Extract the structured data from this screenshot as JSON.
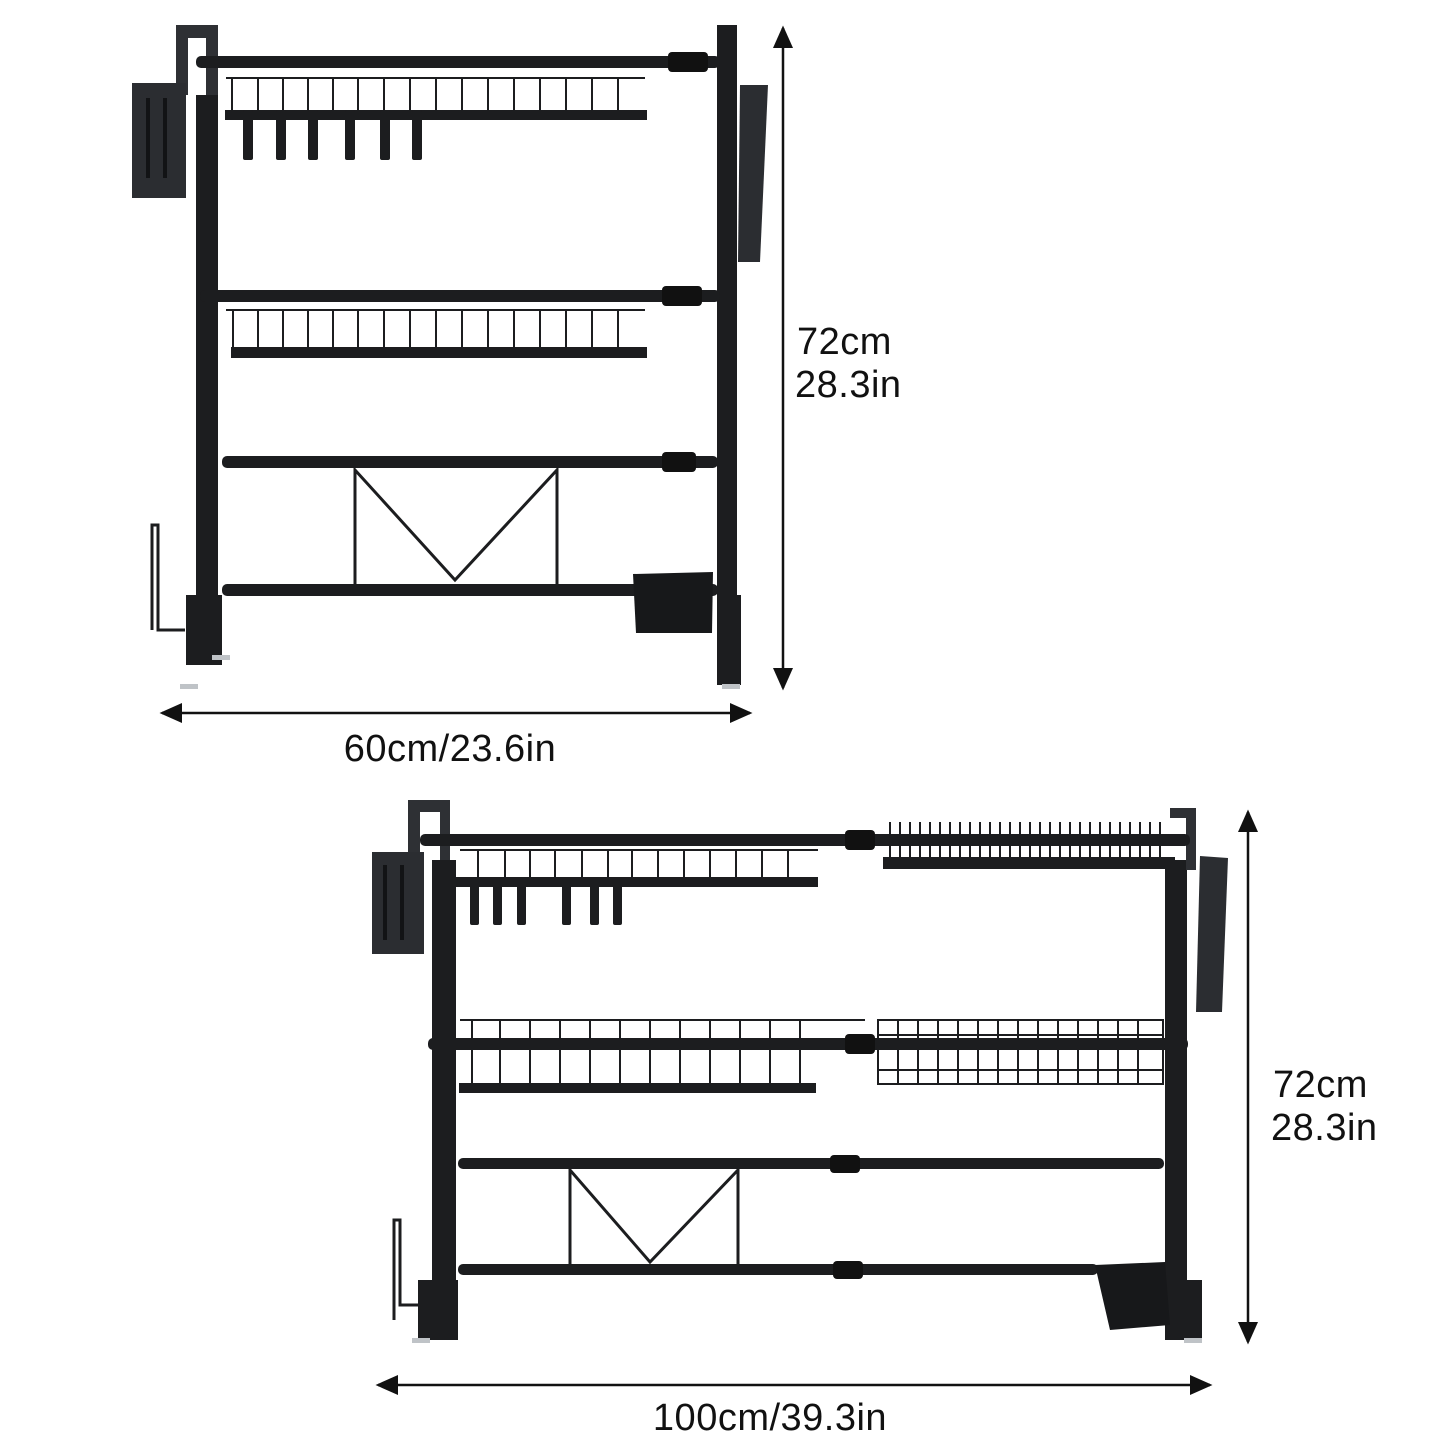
{
  "colors": {
    "background": "#ffffff",
    "frame": "#1c1d1f",
    "frame_highlight": "#3a3c40",
    "text": "#111111",
    "dimension_line": "#111111"
  },
  "product_small": {
    "state": "retracted",
    "height_label": {
      "cm": "72cm",
      "in": "28.3in"
    },
    "width_label": "60cm/23.6in"
  },
  "product_large": {
    "state": "extended",
    "height_label": {
      "cm": "72cm",
      "in": "28.3in"
    },
    "width_label": "100cm/39.3in"
  }
}
